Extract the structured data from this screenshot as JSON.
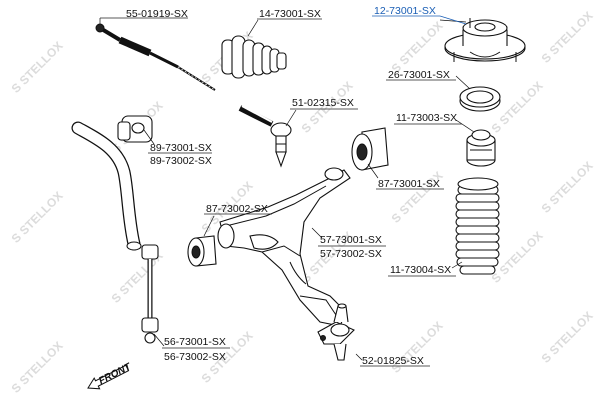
{
  "watermark": {
    "text": "STELLOX"
  },
  "labels": {
    "p55_01919": "55-01919-SX",
    "p14_73001": "14-73001-SX",
    "p12_73001": "12-73001-SX",
    "p26_73001": "26-73001-SX",
    "p51_02315": "51-02315-SX",
    "p89_73001": "89-73001-SX",
    "p89_73002": "89-73002-SX",
    "p11_73003": "11-73003-SX",
    "p87_73001": "87-73001-SX",
    "p87_73002": "87-73002-SX",
    "p57_73001": "57-73001-SX",
    "p57_73002": "57-73002-SX",
    "p11_73004": "11-73004-SX",
    "p56_73001": "56-73001-SX",
    "p56_73002": "56-73002-SX",
    "p52_01825": "52-01825-SX"
  },
  "front_marker": {
    "text": "FRONT"
  },
  "colors": {
    "highlight": "#1b5fb5",
    "line": "#111111",
    "watermark": "#dcdcdc"
  }
}
